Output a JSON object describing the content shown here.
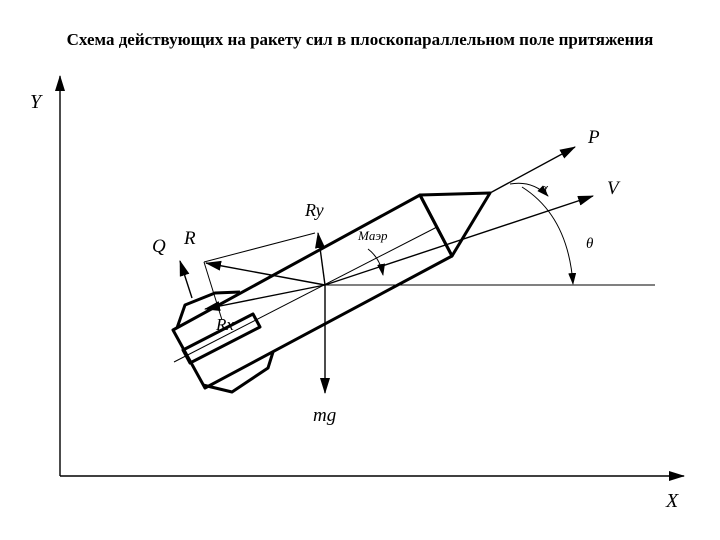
{
  "title": "Схема действующих на ракету сил в плоскопараллельном поле притяжения",
  "axes": {
    "x_label": "X",
    "y_label": "Y"
  },
  "labels": {
    "P": "P",
    "V": "V",
    "alpha": "α",
    "theta": "θ",
    "Ry": "Ry",
    "R": "R",
    "Q": "Q",
    "Rx": "Rx",
    "M_aer": "Mаэр",
    "mg": "mg"
  }
}
